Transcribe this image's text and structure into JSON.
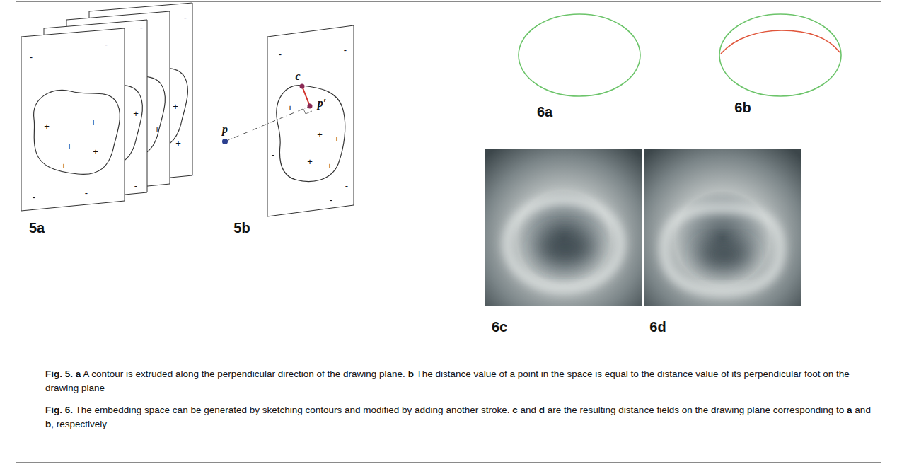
{
  "diagram": {
    "labels": [
      "5a",
      "5b",
      "6a",
      "6b",
      "6c",
      "6d",
      "p",
      "c",
      "p′",
      "+",
      "+",
      "+",
      "+",
      "+",
      "+",
      "+",
      "+",
      "+",
      "-",
      "-",
      "-",
      "-",
      "-",
      "-",
      "-",
      "-",
      "+",
      "+",
      "+",
      "+",
      "+",
      "-",
      "-",
      "-",
      "-",
      "-",
      "Fig. 5.",
      "a",
      "A contour is extruded along the perpendicular direction of the drawing plane.",
      "b",
      "The distance value of a point in the space is equal to the distance value of its perpendicular foot on the drawing plane",
      "Fig. 6.",
      "The embedding space can be generated by sketching contours and modified by adding another stroke.",
      "c",
      "and",
      "d",
      "are the resulting distance fields on the drawing plane corresponding to",
      "a",
      "and",
      "b",
      ", respectively"
    ]
  }
}
